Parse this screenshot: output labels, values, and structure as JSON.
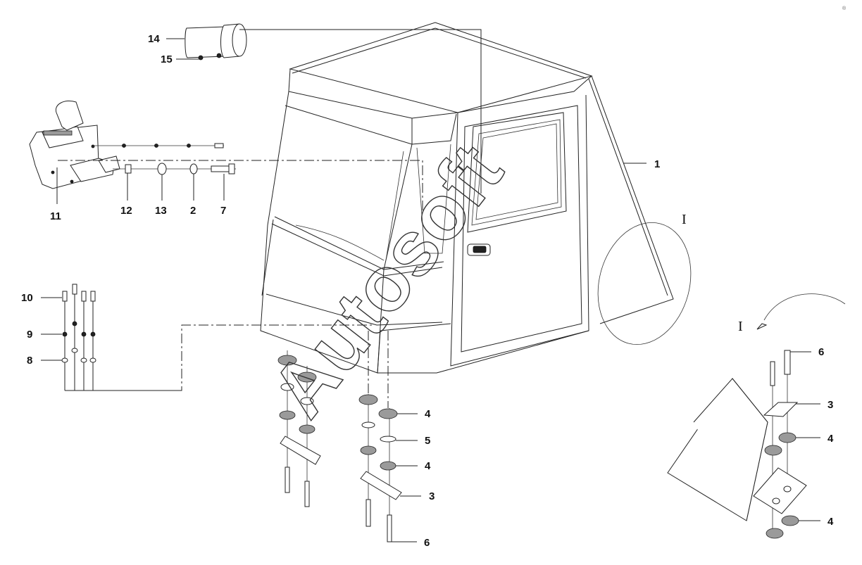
{
  "diagram": {
    "watermark": "Autosoft",
    "corner_mark": "®",
    "detail_label": "I",
    "callouts": [
      {
        "key": "c14",
        "text": "14"
      },
      {
        "key": "c15",
        "text": "15"
      },
      {
        "key": "c1",
        "text": "1"
      },
      {
        "key": "c11",
        "text": "11"
      },
      {
        "key": "c12",
        "text": "12"
      },
      {
        "key": "c13",
        "text": "13"
      },
      {
        "key": "c2",
        "text": "2"
      },
      {
        "key": "c7",
        "text": "7"
      },
      {
        "key": "c10",
        "text": "10"
      },
      {
        "key": "c9",
        "text": "9"
      },
      {
        "key": "c8",
        "text": "8"
      },
      {
        "key": "c4a",
        "text": "4"
      },
      {
        "key": "c5",
        "text": "5"
      },
      {
        "key": "c4b",
        "text": "4"
      },
      {
        "key": "c3a",
        "text": "3"
      },
      {
        "key": "c6a",
        "text": "6"
      },
      {
        "key": "c6b",
        "text": "6"
      },
      {
        "key": "c3b",
        "text": "3"
      },
      {
        "key": "c4c",
        "text": "4"
      },
      {
        "key": "c4d",
        "text": "4"
      }
    ]
  }
}
